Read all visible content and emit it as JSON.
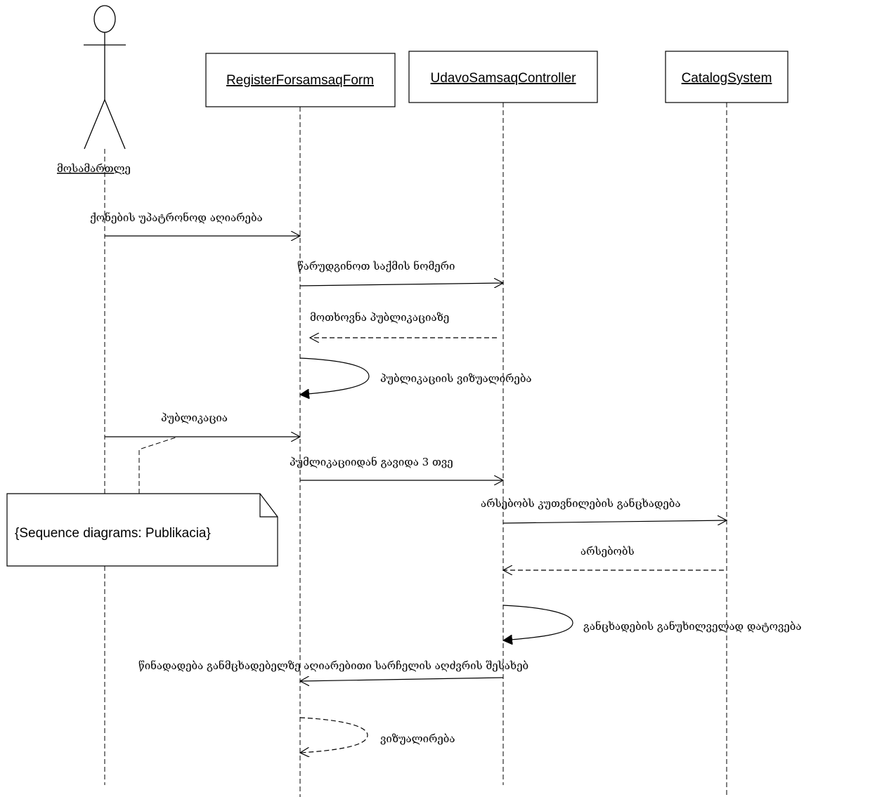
{
  "actor": {
    "name": "მოსამართლე"
  },
  "objects": {
    "form": "RegisterForsamsaqForm",
    "controller": "UdavoSamsaqController",
    "catalog": "CatalogSystem"
  },
  "messages": {
    "m1": "ქონების უპატრონოდ აღიარება",
    "m2": "წარუდგინოთ საქმის ნომერი",
    "m3": "მოთხოვნა პუბლიკაციაზე",
    "m4": "პუბლიკაციის ვიზუალირება",
    "m5": "პუბლიკაცია",
    "m6": "პუმლიკაციიდან გავიდა 3 თვე",
    "m7": "არსებობს კუთვნილების განცხადება",
    "m8": "არსებობს",
    "m9": "განცხადების განუხილველად დატოვება",
    "m10": "წინადადება განმცხადებელზე აღიარებითი სარჩელის აღძვრის შესახებ",
    "m11": "ვიზუალირება"
  },
  "note": {
    "text": "{Sequence diagrams: Publikacia}"
  }
}
